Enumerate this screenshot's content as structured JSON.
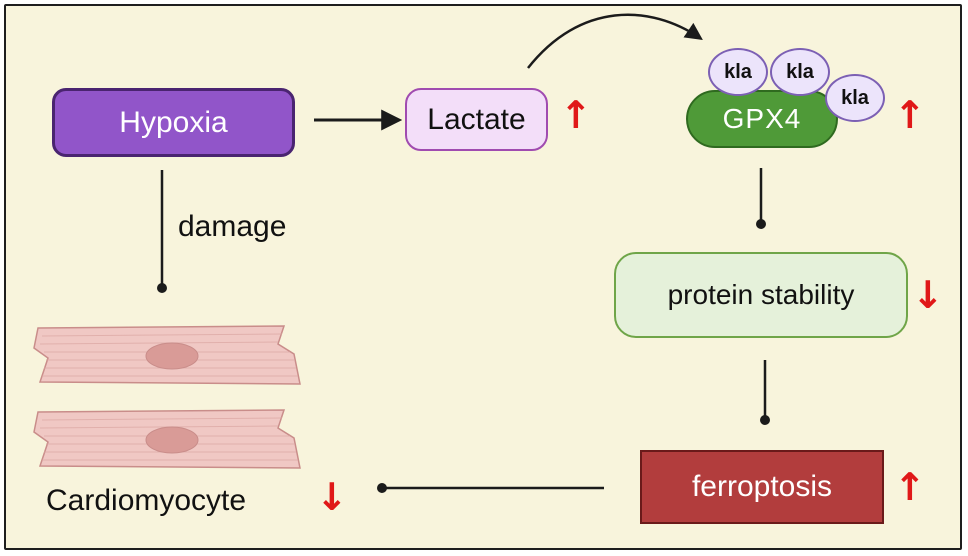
{
  "nodes": {
    "hypoxia": "Hypoxia",
    "lactate": "Lactate",
    "gpx4": "GPX4",
    "kla": [
      "kla",
      "kla",
      "kla"
    ],
    "protein_stability": "protein stability",
    "ferroptosis": "ferroptosis",
    "cardiomyocyte": "Cardiomyocyte"
  },
  "edge_labels": {
    "damage": "damage"
  },
  "indicators": {
    "lactate": "↑",
    "gpx4": "↑",
    "protein_stability": "↓",
    "ferroptosis": "↑",
    "cardiomyocyte": "↓"
  },
  "icons": {
    "cell": "cardiomyocyte-cell-icon",
    "inhibit_connector": "line-with-dot-end",
    "activate_connector": "line-with-arrowhead"
  },
  "colors": {
    "background": "#f8f4dc",
    "hypoxia": "#9155c9",
    "lactate": "#f3def9",
    "gpx4": "#4f9a38",
    "kla": "#ece4fb",
    "protein_stability": "#e5f1da",
    "ferroptosis": "#b23d3d",
    "indicator": "#e01818",
    "cell_fill": "#f0c8c4",
    "cell_stroke": "#c98d8a"
  }
}
